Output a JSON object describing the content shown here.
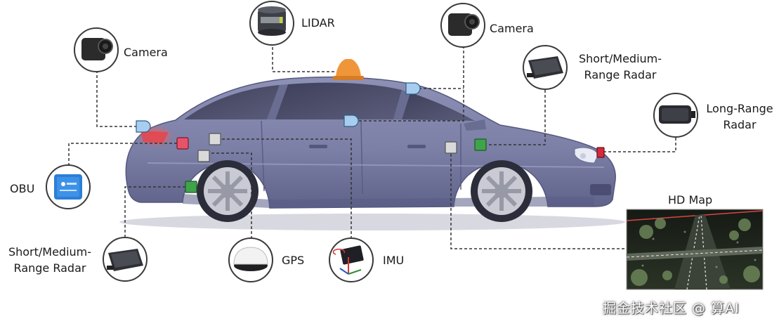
{
  "labels": {
    "lidar": "LIDAR",
    "camera_left": "Camera",
    "camera_right": "Camera",
    "radar_top_line1": "Short/Medium-",
    "radar_top_line2": "Range Radar",
    "long_range_line1": "Long-Range",
    "long_range_line2": "Radar",
    "obu": "OBU",
    "radar_bottom_line1": "Short/Medium-",
    "radar_bottom_line2": "Range Radar",
    "gps": "GPS",
    "imu": "IMU",
    "hd_map": "HD Map"
  },
  "watermark": "掘金技术社区 @ 算AI",
  "colors": {
    "car_body": "#7c7fa6",
    "car_shadow": "#5a5d86",
    "windows": "#4a4c6a",
    "camera_marker": "#a8cdee",
    "radar_marker": "#3fa34a",
    "obu_marker": "#e8536a",
    "gps_marker": "#d9d9d9",
    "long_radar_marker": "#d42a3a",
    "lidar_beacon": "#f0963a",
    "obu_device": "#2b7fd6"
  },
  "icons": {
    "lidar": "lidar-sensor-icon",
    "camera_left": "camera-module-icon",
    "camera_right": "camera-module-icon",
    "radar_top": "radar-unit-icon",
    "long_range": "long-range-radar-icon",
    "obu": "obu-device-icon",
    "radar_bottom": "radar-unit-icon",
    "gps": "gps-puck-icon",
    "imu": "imu-chip-icon"
  }
}
